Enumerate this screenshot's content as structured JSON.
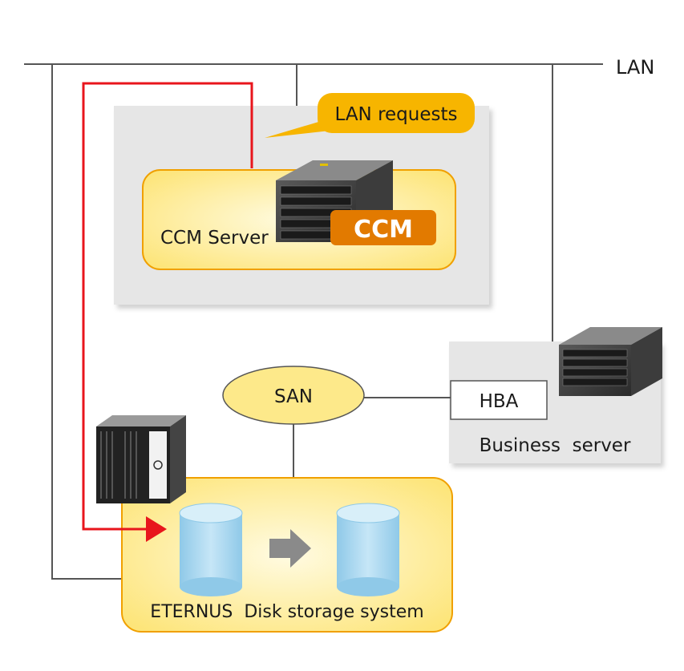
{
  "labels": {
    "lan": "LAN",
    "lan_requests": "LAN requests",
    "ccm_server": "CCM Server",
    "ccm": "CCM",
    "san": "SAN",
    "hba": "HBA",
    "business_server": "Business  server",
    "eternus": "ETERNUS  Disk storage system"
  },
  "colors": {
    "access_path": "#e8151c",
    "ccm_badge": "#e27a00",
    "callout": "#f7b500",
    "zone_gray": "#e6e6e6",
    "box_yellow": "#fde98a",
    "disk_blue": "#a8d6ef"
  },
  "icons": [
    "server-icon",
    "storage-rack-icon",
    "disk-icon",
    "arrow-right-icon"
  ]
}
